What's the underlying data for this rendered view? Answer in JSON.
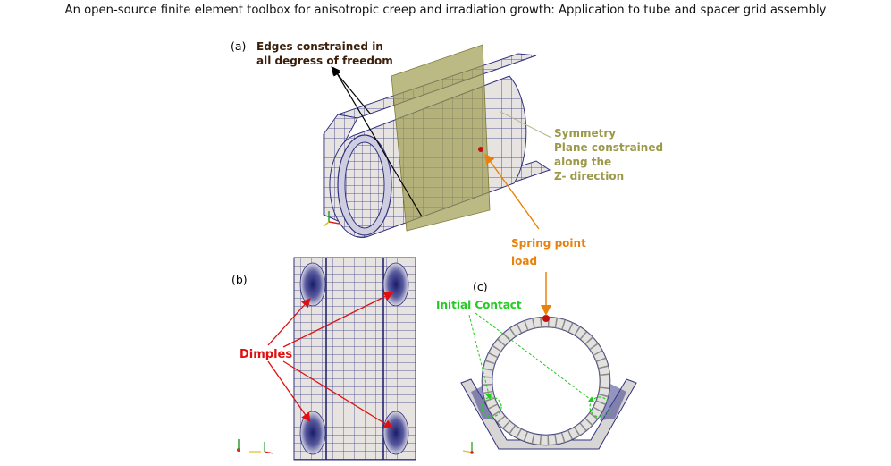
{
  "title": "An open-source finite element toolbox for anisotropic creep and irradiation growth: Application to tube and spacer grid assembly",
  "panel_a": {
    "tag": "(a)",
    "edges_line1": "Edges constrained in",
    "edges_line2": "all degress of freedom",
    "sym_line1": "Symmetry",
    "sym_line2": "Plane constrained",
    "sym_line3": "along the",
    "sym_line4": "Z- direction",
    "spring_line1": "Spring point",
    "spring_line2": "load"
  },
  "panel_b": {
    "tag": "(b)",
    "dimples": "Dimples"
  },
  "panel_c": {
    "tag": "(c)",
    "initial_contact": "Initial Contact"
  },
  "colors": {
    "mesh_face": "#e4e1df",
    "mesh_line": "#2b2d7a",
    "edges_arrow": "#000000",
    "symmetry": "#9c9a4a",
    "spring": "#e8820c",
    "dimples": "#e01010",
    "contact": "#22cc22"
  }
}
